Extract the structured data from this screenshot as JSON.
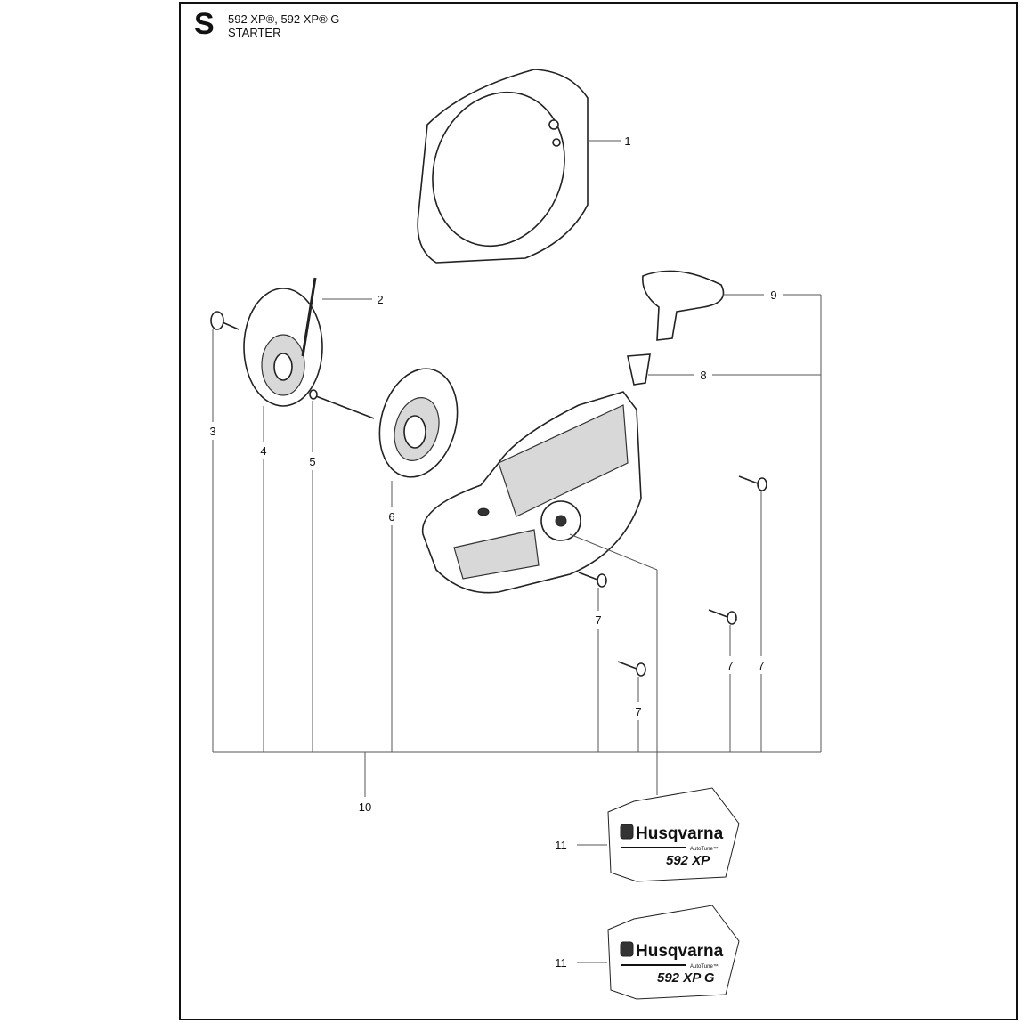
{
  "header": {
    "section_letter": "S",
    "models": "592 XP®, 592 XP® G",
    "title": "STARTER"
  },
  "callouts": {
    "c1": "1",
    "c2": "2",
    "c3": "3",
    "c4": "4",
    "c5": "5",
    "c6": "6",
    "c7a": "7",
    "c7b": "7",
    "c7c": "7",
    "c7d": "7",
    "c8": "8",
    "c9": "9",
    "c10": "10",
    "c11a": "11",
    "c11b": "11"
  },
  "decals": [
    {
      "brand": "Husqvarna",
      "sub": "AutoTune™",
      "model": "592 XP"
    },
    {
      "brand": "Husqvarna",
      "sub": "AutoTune™",
      "model": "592 XP G"
    }
  ]
}
